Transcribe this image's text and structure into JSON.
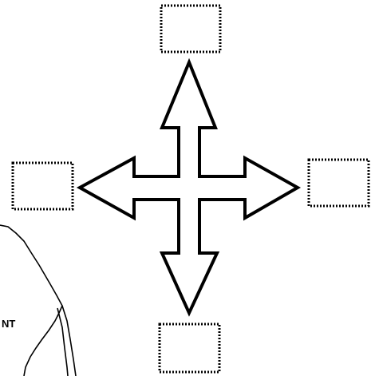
{
  "diagram": {
    "boxes": [
      {
        "id": "north",
        "text": ""
      },
      {
        "id": "west",
        "text": ""
      },
      {
        "id": "east",
        "text": ""
      },
      {
        "id": "south",
        "text": ""
      }
    ],
    "map_fragment_label": "NT"
  }
}
